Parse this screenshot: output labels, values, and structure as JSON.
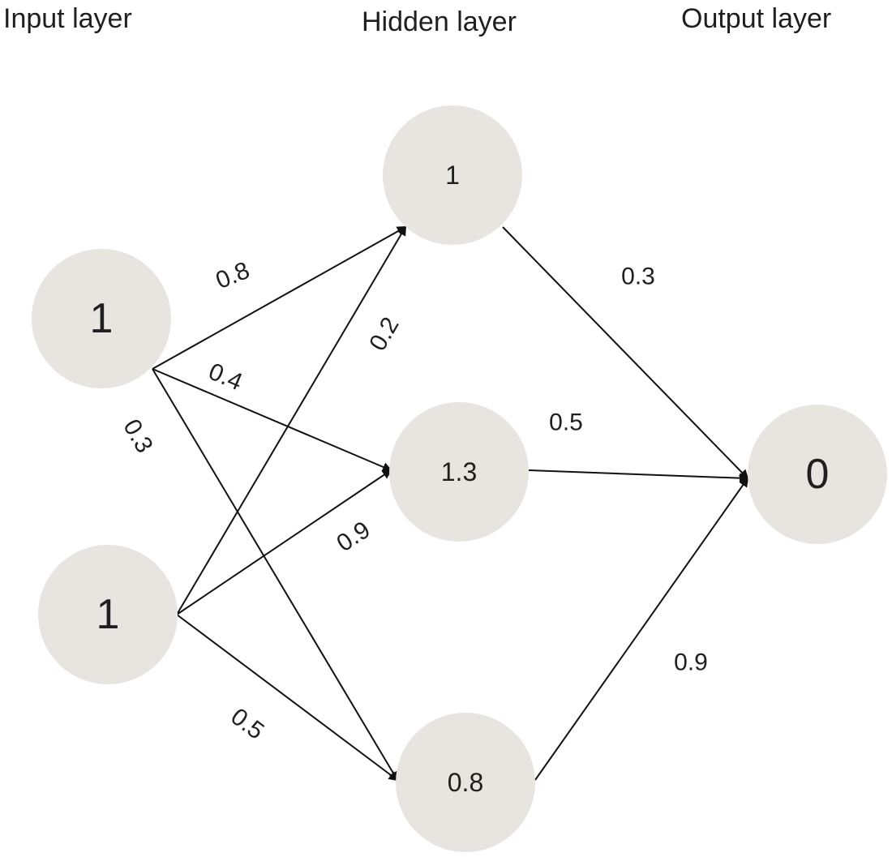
{
  "layers": {
    "input": "Input layer",
    "hidden": "Hidden layer",
    "output": "Output layer"
  },
  "nodes": {
    "input1": "1",
    "input2": "1",
    "hidden1": "1",
    "hidden2": "1.3",
    "hidden3": "0.8",
    "output": "0"
  },
  "weights": {
    "input1_hidden1": "0.8",
    "input1_hidden2": "0.4",
    "input1_hidden3": "0.3",
    "input2_hidden1": "0.2",
    "input2_hidden2": "0.9",
    "input2_hidden3": "0.5",
    "hidden1_output": "0.3",
    "hidden2_output": "0.5",
    "hidden3_output": "0.9"
  },
  "colors": {
    "node_fill": "#e8e4df",
    "edge": "#111111",
    "text": "#1f1f1f"
  }
}
